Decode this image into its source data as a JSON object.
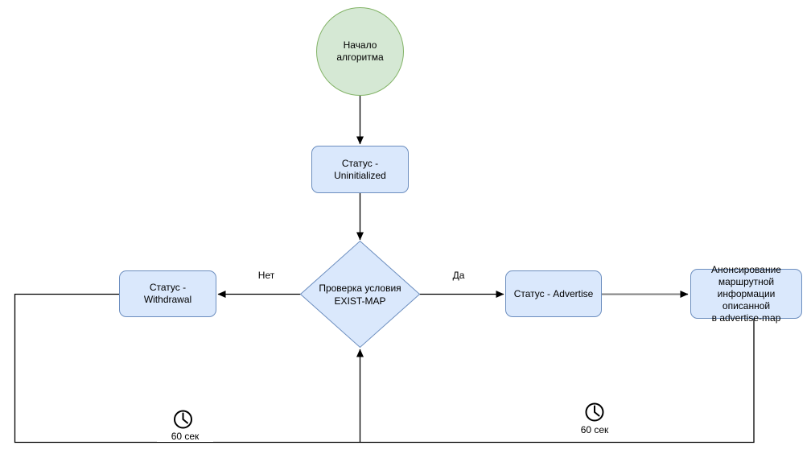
{
  "diagram": {
    "nodes": {
      "start": {
        "label": "Начало алгоритма"
      },
      "uninitialized": {
        "label": "Статус - Uninitialized"
      },
      "decision": {
        "label": "Проверка условия\nEXIST-MAP"
      },
      "withdrawal": {
        "label": "Статус - Withdrawal"
      },
      "advertise": {
        "label": "Статус - Advertise"
      },
      "announce": {
        "label": "Анонсирование\nмаршрутной\nинформации описанной\nв advertise-map"
      }
    },
    "edge_labels": {
      "no": "Нет",
      "yes": "Да"
    },
    "timers": {
      "left": {
        "label": "60 сек",
        "icon": "clock-icon"
      },
      "right": {
        "label": "60 сек",
        "icon": "clock-icon"
      }
    },
    "colors": {
      "start_fill": "#d5e8d4",
      "start_border": "#82b366",
      "status_fill": "#dae8fc",
      "status_border": "#6c8ebf",
      "edge": "#000000",
      "announce_edge": "#808080"
    }
  }
}
